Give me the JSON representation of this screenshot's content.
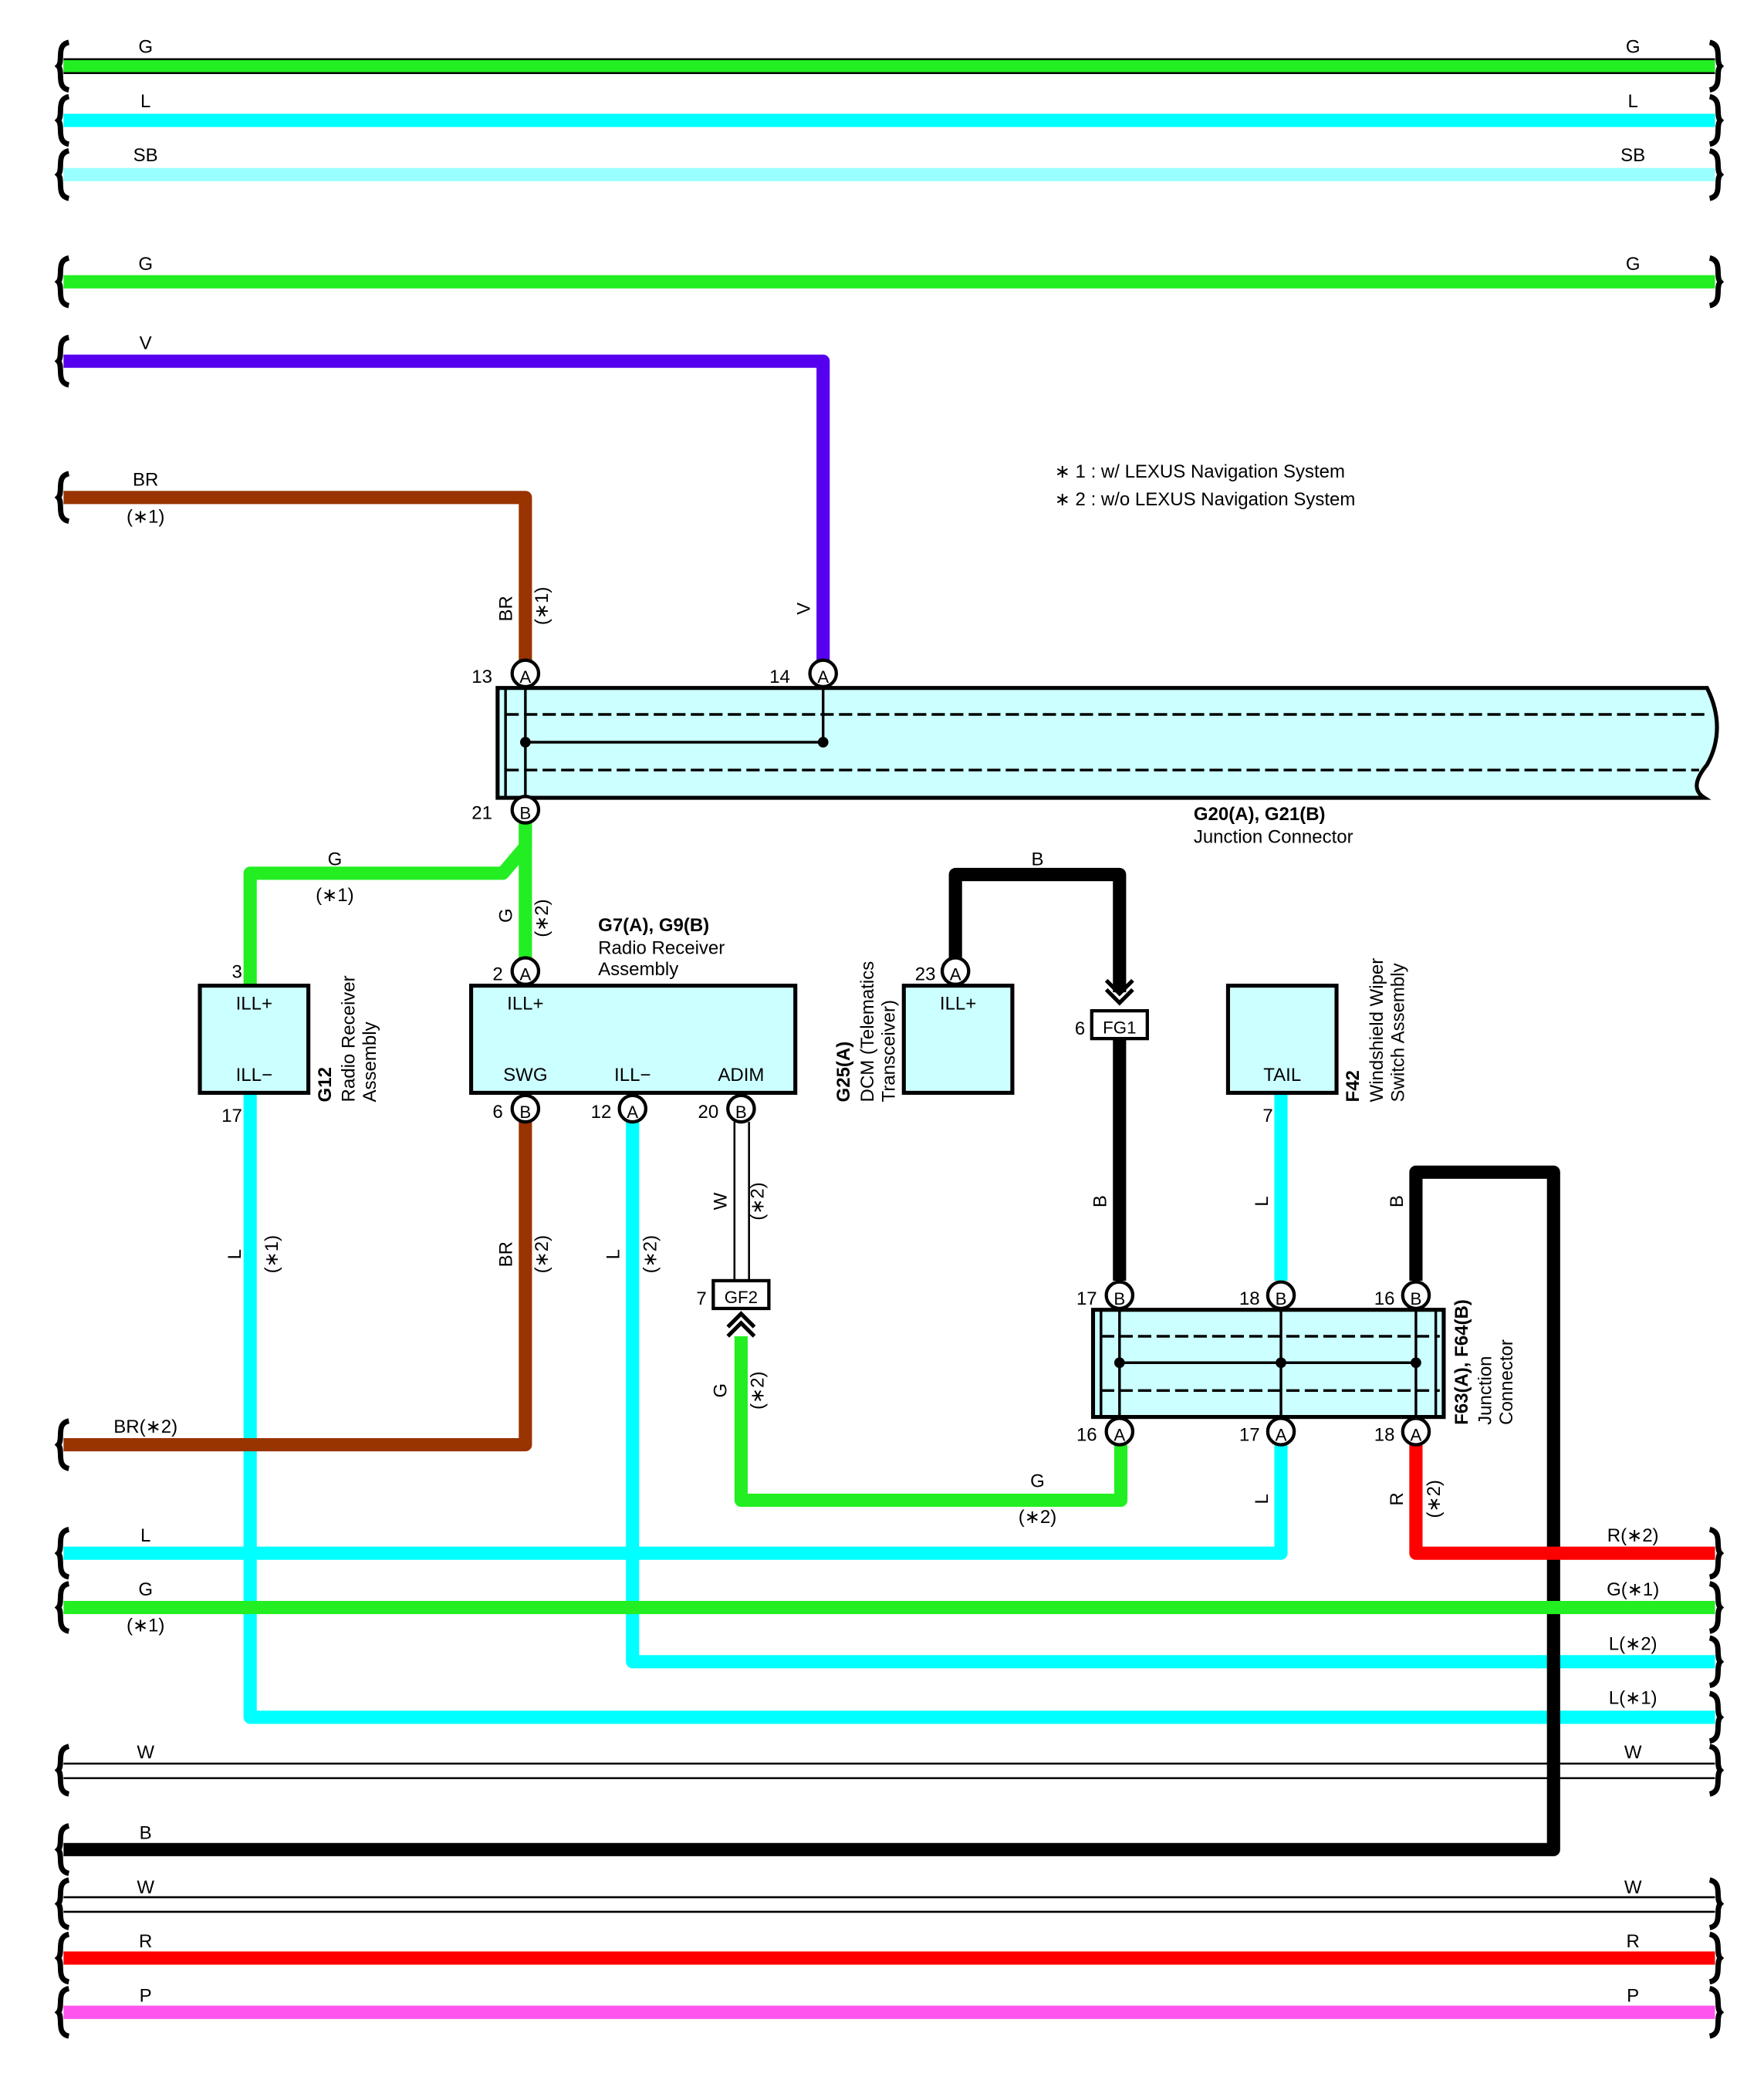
{
  "notes": {
    "note1": "∗ 1 : w/ LEXUS Navigation System",
    "note2": "∗ 2 : w/o LEXUS Navigation System"
  },
  "wire_colors": {
    "G": "#22ee22",
    "L": "#00ffff",
    "SB": "#99ffff",
    "V": "#5500ee",
    "BR": "#993300",
    "B": "#000000",
    "R": "#ff0000",
    "P": "#ff55ee",
    "W": "#ffffff"
  },
  "wires": {
    "top_g1": {
      "left": "G",
      "right": "G"
    },
    "top_l": {
      "left": "L",
      "right": "L"
    },
    "top_sb": {
      "left": "SB",
      "right": "SB"
    },
    "top_g2": {
      "left": "G",
      "right": "G"
    },
    "v": {
      "left": "V",
      "vert": "V"
    },
    "br": {
      "left": "BR",
      "note": "(∗1)",
      "vert": "BR",
      "vert_note": "(∗1)"
    },
    "br2": {
      "left": "BR(∗2)"
    },
    "bottom_l": {
      "left": "L"
    },
    "bottom_g": {
      "left": "G",
      "note": "(∗1)"
    },
    "bottom_w1": {
      "left": "W",
      "right": "W"
    },
    "bottom_b": {
      "left": "B"
    },
    "bottom_w2": {
      "left": "W",
      "right": "W"
    },
    "bottom_r": {
      "left": "R",
      "right": "R"
    },
    "bottom_p": {
      "left": "P",
      "right": "P"
    },
    "right_labels": {
      "r2": "R(∗2)",
      "g1": "G(∗1)",
      "l2": "L(∗2)",
      "l1": "L(∗1)"
    },
    "g_radio": {
      "label": "G",
      "note": "(∗1)"
    },
    "g_21b": {
      "label": "G",
      "note": "(∗2)"
    },
    "l_g12": {
      "label": "L",
      "note": "(∗1)"
    },
    "br_swg": {
      "label": "BR",
      "note": "(∗2)"
    },
    "l_ill": {
      "label": "L",
      "note": "(∗2)"
    },
    "w_adim": {
      "label": "W",
      "note": "(∗2)"
    },
    "g_gf2": {
      "label": "G",
      "note": "(∗2)"
    },
    "g_bottom": {
      "label": "G",
      "note": "(∗2)"
    },
    "b_top": {
      "label": "B"
    },
    "b_fg1": {
      "label": "B"
    },
    "l_tail": {
      "label": "L"
    },
    "b_16b": {
      "label": "B"
    },
    "l_17a": {
      "label": "L"
    },
    "r_18a": {
      "label": "R",
      "note": "(∗2)"
    }
  },
  "components": {
    "g20": {
      "code": "G20(A), G21(B)",
      "name": "Junction Connector"
    },
    "g7": {
      "code": "G7(A), G9(B)",
      "name1": "Radio Receiver",
      "name2": "Assembly",
      "t1": "ILL+",
      "t2": "SWG",
      "t3": "ILL−",
      "t4": "ADIM"
    },
    "g12": {
      "code": "G12",
      "name1": "Radio Receiver",
      "name2": "Assembly",
      "t1": "ILL+",
      "t2": "ILL−"
    },
    "g25": {
      "code": "G25(A)",
      "name1": "DCM (Telematics",
      "name2": "Transceiver)",
      "t1": "ILL+"
    },
    "f42": {
      "code": "F42",
      "name1": "Windshield Wiper",
      "name2": "Switch Assembly",
      "t1": "TAIL"
    },
    "f63": {
      "code": "F63(A), F64(B)",
      "name1": "Junction",
      "name2": "Connector"
    },
    "fg1": "FG1",
    "gf2": "GF2"
  },
  "pins": {
    "p13": {
      "num": "13",
      "letter": "A"
    },
    "p14": {
      "num": "14",
      "letter": "A"
    },
    "p21": {
      "num": "21",
      "letter": "B"
    },
    "p2": {
      "num": "2",
      "letter": "A"
    },
    "p3": {
      "num": "3"
    },
    "p17g12": {
      "num": "17"
    },
    "p6": {
      "num": "6",
      "letter": "B"
    },
    "p12": {
      "num": "12",
      "letter": "A"
    },
    "p20": {
      "num": "20",
      "letter": "B"
    },
    "p23": {
      "num": "23",
      "letter": "A"
    },
    "p6fg1": {
      "num": "6"
    },
    "p7gf2": {
      "num": "7"
    },
    "p7f42": {
      "num": "7"
    },
    "p17b": {
      "num": "17",
      "letter": "B"
    },
    "p18b": {
      "num": "18",
      "letter": "B"
    },
    "p16b": {
      "num": "16",
      "letter": "B"
    },
    "p16a": {
      "num": "16",
      "letter": "A"
    },
    "p17a": {
      "num": "17",
      "letter": "A"
    },
    "p18a": {
      "num": "18",
      "letter": "A"
    }
  }
}
